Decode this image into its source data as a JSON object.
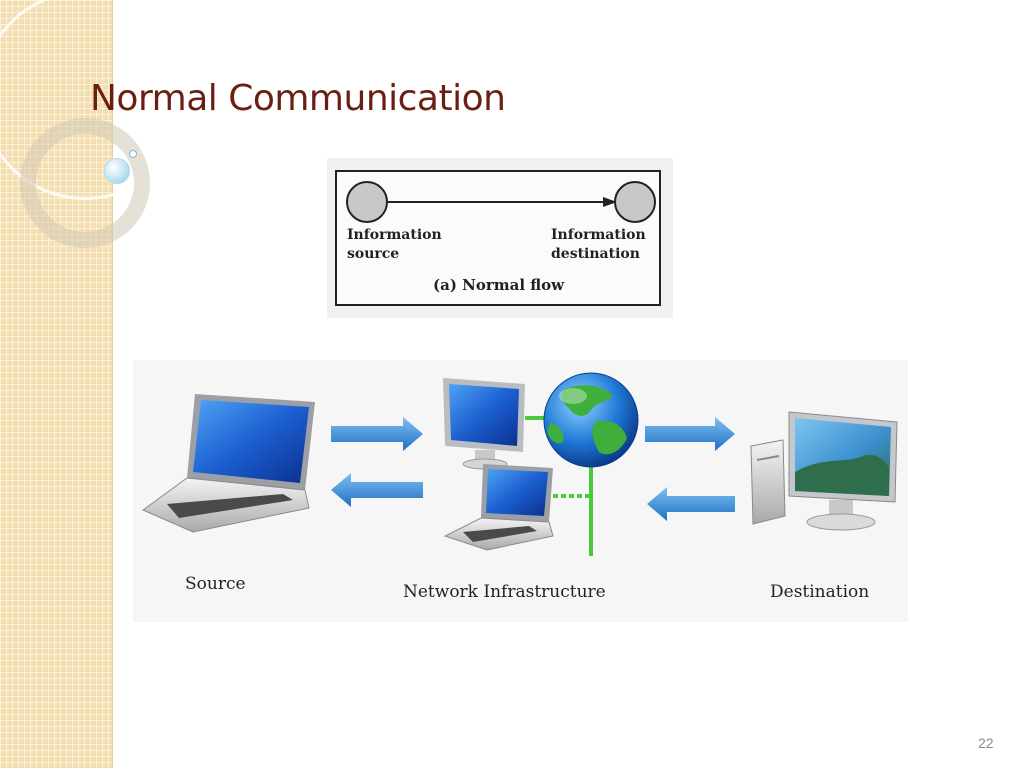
{
  "slide": {
    "title": "Normal Communication",
    "page_number": "22"
  },
  "flow_diagram": {
    "source_line1": "Information",
    "source_line2": "source",
    "destination_line1": "Information",
    "destination_line2": "destination",
    "caption": "(a) Normal flow"
  },
  "network_diagram": {
    "source_label": "Source",
    "network_label": "Network Infrastructure",
    "destination_label": "Destination",
    "arrow_color": "#2a86d4",
    "link_color": "#4cc93a"
  }
}
